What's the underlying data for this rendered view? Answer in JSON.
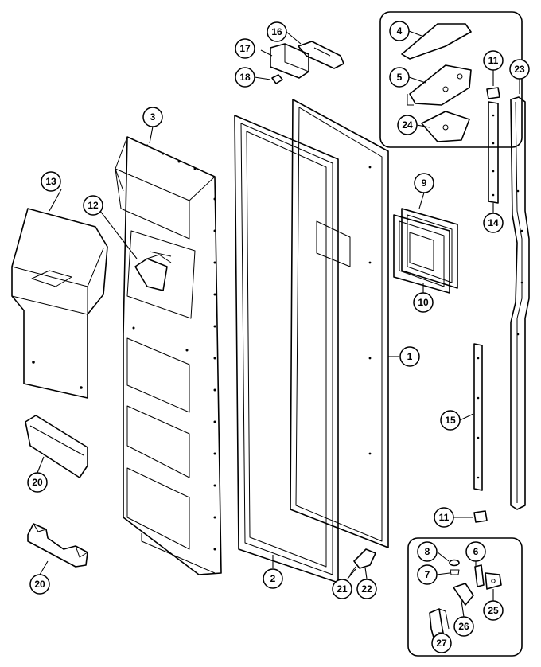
{
  "callouts": [
    {
      "id": "c1",
      "label": "1"
    },
    {
      "id": "c2",
      "label": "2"
    },
    {
      "id": "c3",
      "label": "3"
    },
    {
      "id": "c4",
      "label": "4"
    },
    {
      "id": "c5",
      "label": "5"
    },
    {
      "id": "c6",
      "label": "6"
    },
    {
      "id": "c7",
      "label": "7"
    },
    {
      "id": "c8",
      "label": "8"
    },
    {
      "id": "c9",
      "label": "9"
    },
    {
      "id": "c10",
      "label": "10"
    },
    {
      "id": "c11a",
      "label": "11"
    },
    {
      "id": "c11b",
      "label": "11"
    },
    {
      "id": "c12",
      "label": "12"
    },
    {
      "id": "c13",
      "label": "13"
    },
    {
      "id": "c14",
      "label": "14"
    },
    {
      "id": "c15",
      "label": "15"
    },
    {
      "id": "c16",
      "label": "16"
    },
    {
      "id": "c17",
      "label": "17"
    },
    {
      "id": "c18",
      "label": "18"
    },
    {
      "id": "c20a",
      "label": "20"
    },
    {
      "id": "c20b",
      "label": "20"
    },
    {
      "id": "c21",
      "label": "21"
    },
    {
      "id": "c22",
      "label": "22"
    },
    {
      "id": "c23",
      "label": "23"
    },
    {
      "id": "c24",
      "label": "24"
    },
    {
      "id": "c25",
      "label": "25"
    },
    {
      "id": "c26",
      "label": "26"
    },
    {
      "id": "c27",
      "label": "27"
    }
  ]
}
